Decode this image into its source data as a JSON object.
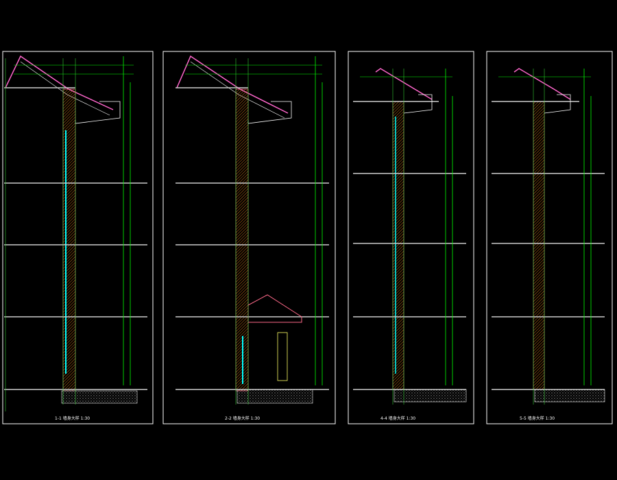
{
  "drawing": {
    "background": "#000000",
    "frame_color": "#ffffff",
    "line_colors": {
      "dimension": "#00ff00",
      "wall": "#ff6a8a",
      "wall_hatch": "#ff8c1a",
      "glass": "#00ffff",
      "roof": "#ff66cc",
      "slab": "#cccccc",
      "axis": "#33cc33",
      "detail": "#ffff66"
    },
    "sheets": [
      {
        "id": "1-1",
        "title": "1-1 墙身大样 1:30",
        "features": [
          "window_strip"
        ]
      },
      {
        "id": "2-2",
        "title": "2-2 墙身大样 1:30",
        "features": [
          "entrance_canopy"
        ]
      },
      {
        "id": "4-4",
        "title": "4-4 墙身大样 1:30",
        "features": [
          "window_strip_partial"
        ]
      },
      {
        "id": "5-5",
        "title": "5-5 墙身大样 1:30",
        "features": []
      }
    ]
  }
}
